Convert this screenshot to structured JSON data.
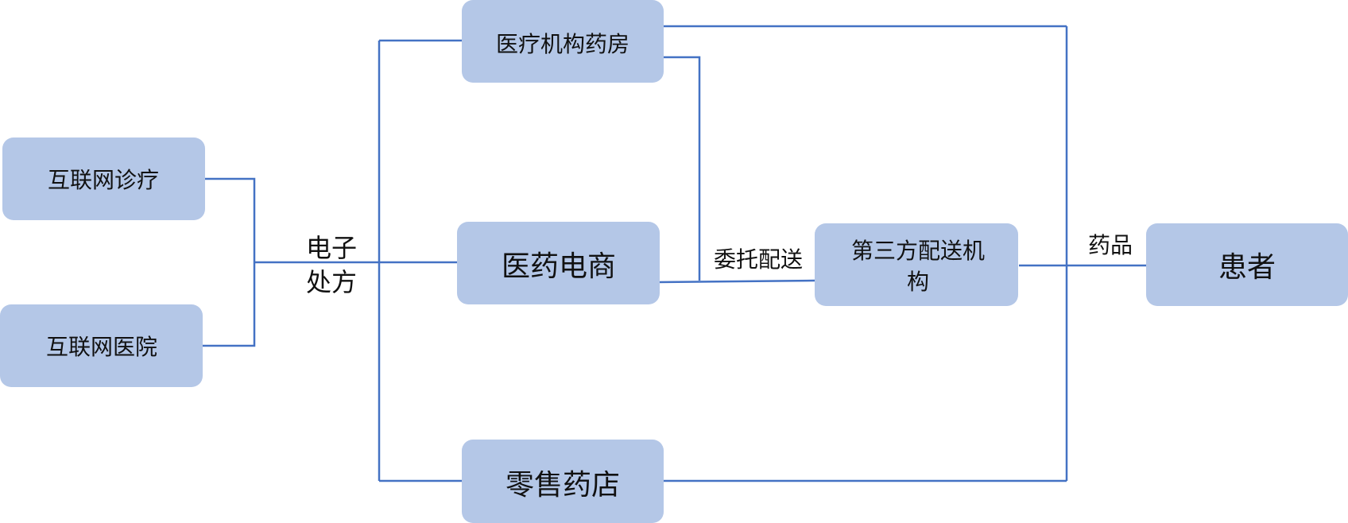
{
  "nodes": {
    "internet_clinic": "互联网诊疗",
    "internet_hospital": "互联网医院",
    "medical_pharmacy": "医疗机构药房",
    "pharma_ecommerce": "医药电商",
    "retail_pharmacy": "零售药店",
    "third_party_delivery_line1": "第三方配送机",
    "third_party_delivery_line2": "构",
    "patient": "患者"
  },
  "edge_labels": {
    "e_prescription_line1": "电子",
    "e_prescription_line2": "处方",
    "entrusted_delivery": "委托配送",
    "medicine": "药品"
  },
  "colors": {
    "node_fill": "#b4c7e7",
    "edge_stroke": "#4472c4"
  }
}
